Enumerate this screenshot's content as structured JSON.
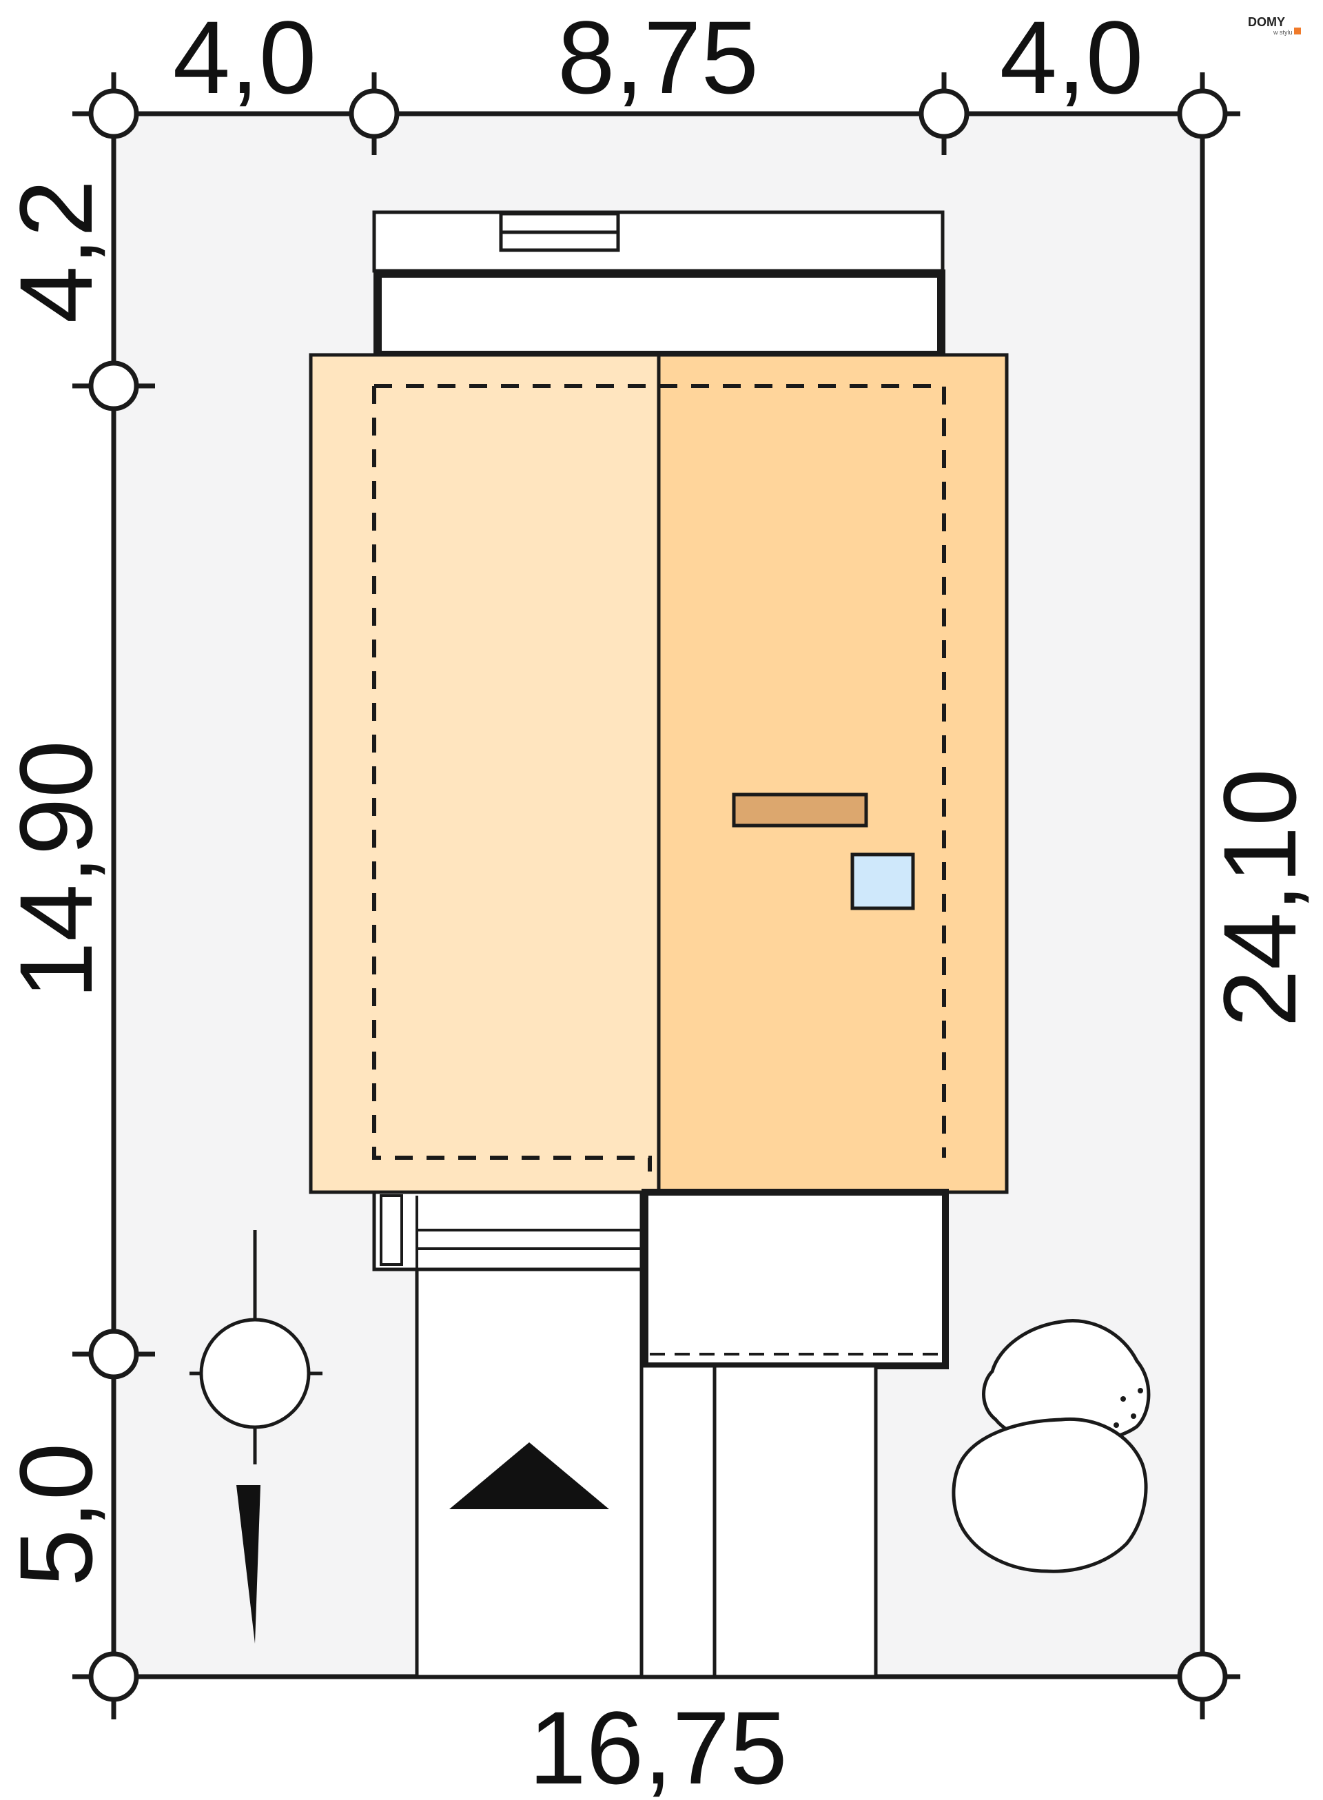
{
  "dimensions": {
    "top_left": "4,0",
    "top_middle": "8,75",
    "top_right": "4,0",
    "left_top": "4,2",
    "left_middle": "14,90",
    "left_bottom": "5,0",
    "right_total": "24,10",
    "bottom_total": "16,75"
  },
  "logo": {
    "main": "DOMY",
    "sub": "w stylu"
  },
  "colors": {
    "plot": "#f4f4f5",
    "roof_left": "#ffe5bf",
    "roof_right": "#ffd59b",
    "chimney": "#dca76e",
    "skylight": "#cfe8fb",
    "line": "#1a1a1a",
    "logo_accent": "#f07a2a"
  }
}
